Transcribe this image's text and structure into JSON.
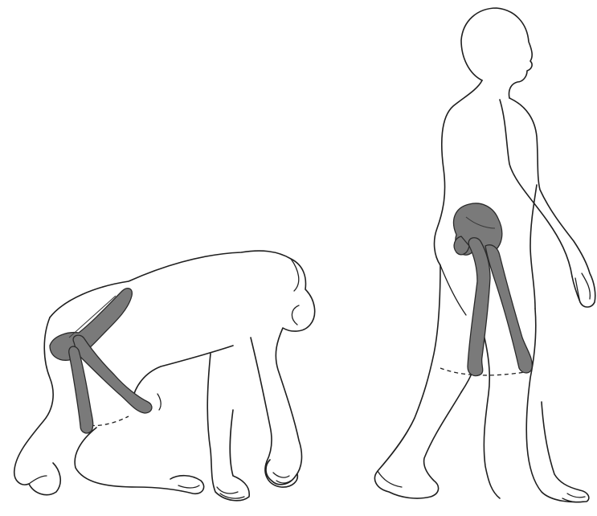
{
  "figure": {
    "panels": [
      {
        "subject": "quadrupedal-ape",
        "bones_highlighted": [
          "pelvis",
          "femur"
        ]
      },
      {
        "subject": "bipedal-human",
        "bones_highlighted": [
          "pelvis",
          "femur"
        ]
      }
    ],
    "colors": {
      "background": "#ffffff",
      "outline": "#1f1f1f",
      "bone_fill": "#7a7a7a"
    }
  }
}
